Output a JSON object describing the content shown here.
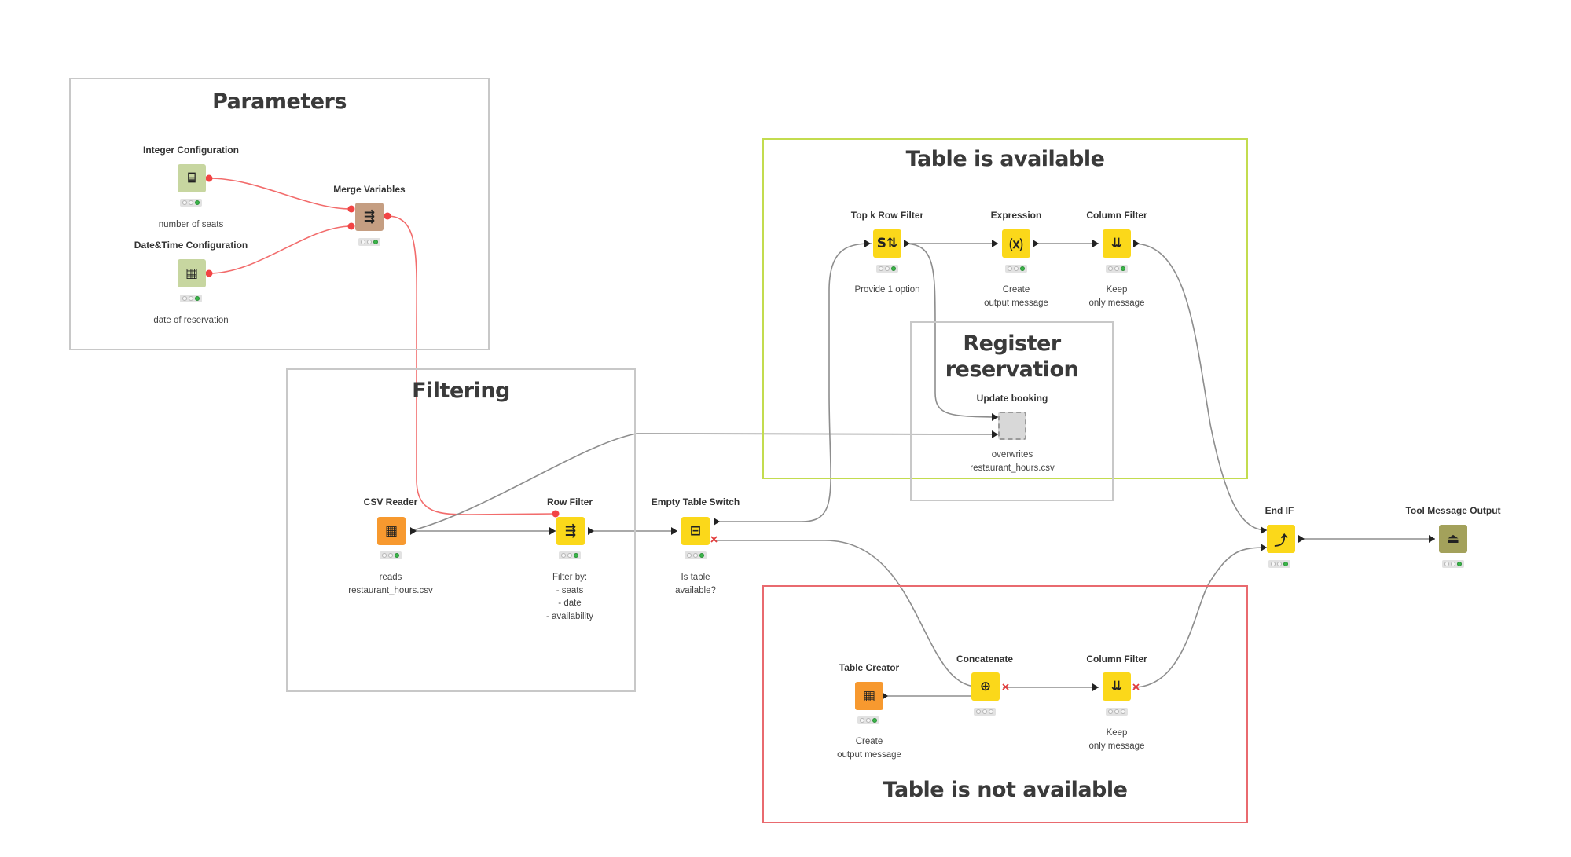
{
  "annotations": {
    "parameters": {
      "title": "Parameters"
    },
    "filtering": {
      "title": "Filtering"
    },
    "table_available": {
      "title": "Table is available"
    },
    "register": {
      "title": "Register\nreservation"
    },
    "table_not_available": {
      "title": "Table is not available"
    }
  },
  "nodes": {
    "integer_config": {
      "name": "Integer Configuration",
      "desc": "number of seats",
      "icon": "integer-config-icon",
      "status": "executed"
    },
    "datetime_config": {
      "name": "Date&Time Configuration",
      "desc": "date of reservation",
      "icon": "calendar-config-icon",
      "status": "executed"
    },
    "merge_variables": {
      "name": "Merge Variables",
      "desc": "",
      "icon": "merge-variables-icon",
      "status": "executed"
    },
    "csv_reader": {
      "name": "CSV Reader",
      "desc": "reads\nrestaurant_hours.csv",
      "icon": "csv-table-icon",
      "status": "executed"
    },
    "row_filter": {
      "name": "Row Filter",
      "desc": "Filter by:\n- seats\n- date\n- availability",
      "icon": "row-filter-icon",
      "status": "executed"
    },
    "empty_table_switch": {
      "name": "Empty Table Switch",
      "desc": "Is table\navailable?",
      "icon": "switch-icon",
      "status": "executed"
    },
    "top_k_row_filter": {
      "name": "Top k Row Filter",
      "desc": "Provide 1 option",
      "icon": "sort-icon",
      "status": "executed"
    },
    "expression": {
      "name": "Expression",
      "desc": "Create\noutput message",
      "icon": "expression-icon",
      "status": "executed"
    },
    "column_filter_top": {
      "name": "Column Filter",
      "desc": "Keep\nonly message",
      "icon": "column-filter-icon",
      "status": "executed"
    },
    "update_booking": {
      "name": "Update booking",
      "desc": "overwrites\nrestaurant_hours.csv",
      "icon": "metanode-icon",
      "status": "none"
    },
    "end_if": {
      "name": "End IF",
      "desc": "",
      "icon": "end-if-icon",
      "status": "executed"
    },
    "tool_message_output": {
      "name": "Tool Message Output",
      "desc": "",
      "icon": "tool-output-icon",
      "status": "executed"
    },
    "table_creator": {
      "name": "Table Creator",
      "desc": "Create\noutput message",
      "icon": "table-creator-icon",
      "status": "executed"
    },
    "concatenate": {
      "name": "Concatenate",
      "desc": "",
      "icon": "concatenate-icon",
      "status": "idle"
    },
    "column_filter_bottom": {
      "name": "Column Filter",
      "desc": "Keep\nonly message",
      "icon": "column-filter-icon",
      "status": "idle"
    }
  },
  "colors": {
    "config": "#c7d6a0",
    "merge": "#c59e82",
    "source": "#f7992f",
    "manipulator": "#fbd81a",
    "tool": "#a3a15b",
    "flow_variable_link": "#f26c6c",
    "data_link": "#9a9a9a",
    "annotation_green": "#c3dc4f",
    "annotation_red": "#e96a6f",
    "annotation_gray": "#c8c8c8"
  }
}
